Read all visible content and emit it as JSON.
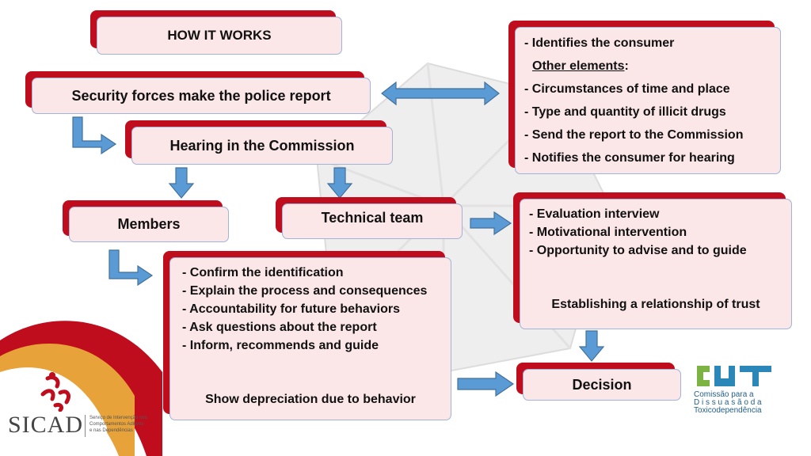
{
  "title": "HOW IT WORKS",
  "police_report": "Security forces make the police report",
  "hearing": "Hearing in the Commission",
  "members": "Members",
  "technical_team": "Technical team",
  "elements_box": {
    "line1": "- Identifies the consumer",
    "other_label": "Other elements",
    "other_colon": ":",
    "line2": "- Circumstances of time and place",
    "line3": "- Type and quantity of illicit drugs",
    "line4": "- Send the report to the Commission",
    "line5": "- Notifies the consumer for hearing"
  },
  "technical_box": {
    "items": [
      "- Evaluation interview",
      "- Motivational intervention",
      "- Opportunity to advise and to guide"
    ],
    "result": "Establishing a relationship of trust"
  },
  "members_box": {
    "items": [
      "- Confirm the identification",
      "- Explain the process and consequences",
      "- Accountability for future behaviors",
      "- Ask questions about the report",
      "- Inform, recommends and guide"
    ],
    "result": "Show depreciation due to behavior"
  },
  "decision": "Decision",
  "sicad_logo": {
    "name": "SICAD",
    "tagline": [
      "Serviço de Intervenção nos",
      "Comportamentos Aditivos",
      "e nas Dependências"
    ]
  },
  "cdt_logo": {
    "lines": [
      "Comissão para a",
      "D i s s u a s ã o  d a",
      "Toxicodependência"
    ]
  },
  "colors": {
    "box_shadow": "#c00d1e",
    "box_fill": "#fbe6e8",
    "arrow": "#5b9bd5",
    "arrow_stroke": "#41719c"
  }
}
